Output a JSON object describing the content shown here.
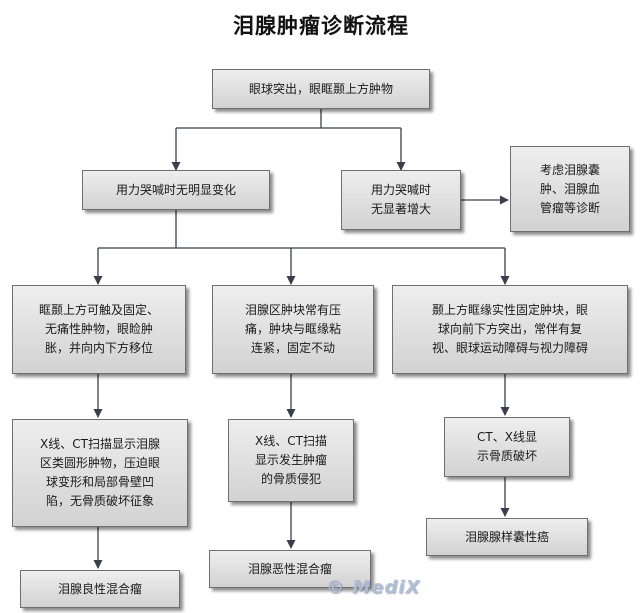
{
  "title": "泪腺肿瘤诊断流程",
  "nodes": {
    "root": "眼球突出，眼眶颞上方肿物",
    "change": "用力哭喊时无明显变化",
    "enlarge": "用力哭喊时\n无显著增大",
    "consider": "考虑泪腺囊\n肿、泪腺血\n管瘤等诊断",
    "palpable": "眶颞上方可触及固定、\n无痛性肿物，眼睑肿\n胀，并向内下方移位",
    "adherent": "泪腺区肿块常有压\n痛，肿块与眶缘粘\n连紧，固定不动",
    "solid": "颞上方眶缘实性固定肿块，眼\n球向前下方突出，常伴有复\n视、眼球运动障碍与视力障碍",
    "xray1": "X线、CT扫描显示泪腺\n区类圆形肿物，压迫眼\n球变形和局部骨壁凹\n陷，无骨质破坏征象",
    "xray2": "X线、CT扫描\n显示发生肿瘤\n的骨质侵犯",
    "xray3": "CT、X线显\n示骨质破坏",
    "benign": "泪腺良性混合瘤",
    "malignant": "泪腺恶性混合瘤",
    "cystic": "泪腺腺样囊性癌"
  },
  "watermark": "© MediX"
}
